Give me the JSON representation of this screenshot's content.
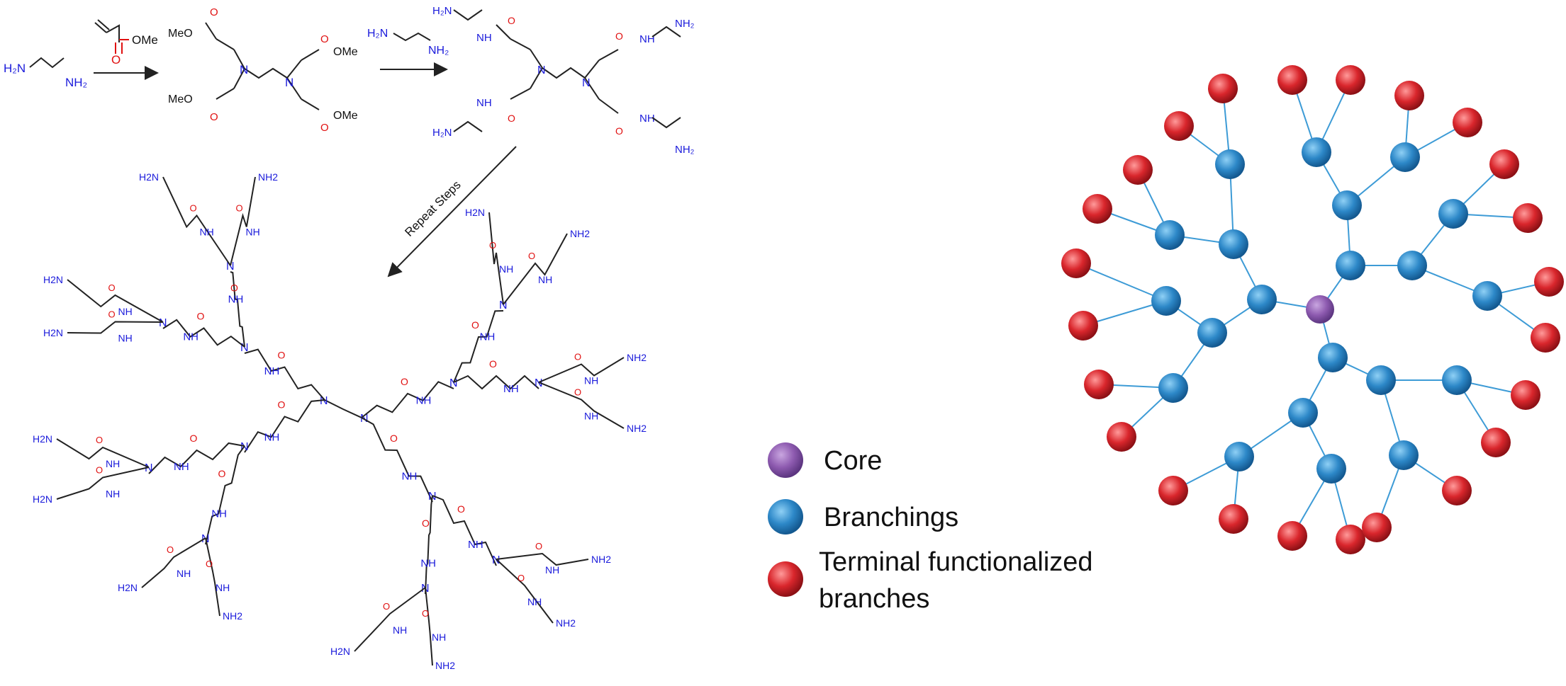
{
  "reaction": {
    "ethylenediamine": "H2N—NH2",
    "reagent_ome": "OMe",
    "intermediate_ester_groups": [
      "MeO",
      "OMe",
      "MeO",
      "OMe"
    ],
    "repeat_label": "Repeat Steps",
    "nh_label": "NH",
    "nh2_label": "NH2",
    "n_label": "N",
    "o_label": "O",
    "h2n_label": "H2N"
  },
  "legend": {
    "core": "Core",
    "branchings": "Branchings",
    "terminal_line1": "Terminal functionalized",
    "terminal_line2": "branches"
  },
  "colors": {
    "core": "#8e5bb0",
    "branch": "#2d88c8",
    "terminal": "#d9262c",
    "bond": "#222222",
    "heteroN": "#1a1adb",
    "heteroO": "#e01010",
    "link": "#3d9bd6"
  }
}
